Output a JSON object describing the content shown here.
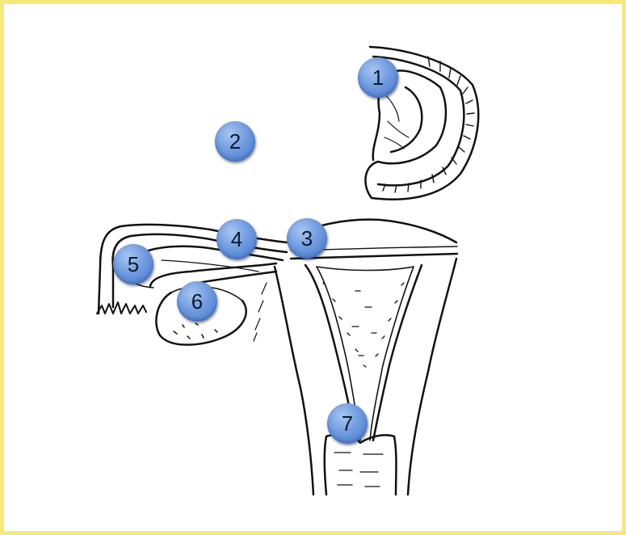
{
  "colors": {
    "frame": "#f4e97a",
    "marker": "#6f9be0",
    "ink": "#111111"
  },
  "markers": [
    {
      "label": "1"
    },
    {
      "label": "2"
    },
    {
      "label": "3"
    },
    {
      "label": "4"
    },
    {
      "label": "5"
    },
    {
      "label": "6"
    },
    {
      "label": "7"
    }
  ]
}
